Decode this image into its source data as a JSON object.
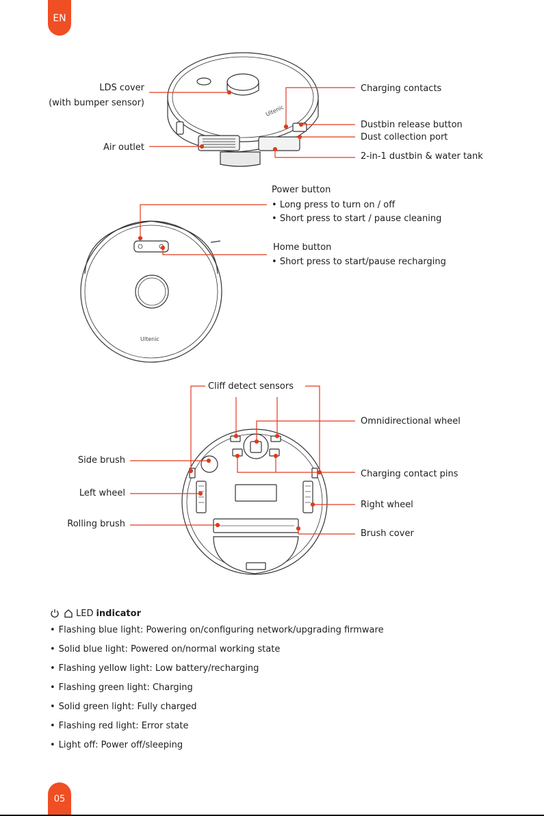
{
  "header": {
    "language_tab": "EN"
  },
  "footer": {
    "page_number": "05"
  },
  "figure_top": {
    "brand": "Ultenic",
    "labels": {
      "lds_cover": "LDS cover",
      "lds_cover_note": "(with bumper sensor)",
      "air_outlet": "Air outlet",
      "charging_contacts": "Charging contacts",
      "dustbin_release": "Dustbin release button",
      "dust_port": "Dust collection port",
      "dustbin_tank": "2-in-1 dustbin & water tank"
    }
  },
  "figure_middle": {
    "brand": "Ultenic",
    "power_button": {
      "title": "Power button",
      "items": [
        "Long press to turn on / off",
        "Short press to start / pause cleaning"
      ]
    },
    "home_button": {
      "title": "Home button",
      "items": [
        "Short press to start/pause recharging"
      ]
    }
  },
  "figure_bottom": {
    "labels": {
      "cliff_sensors": "Cliff detect sensors",
      "omni_wheel": "Omnidirectional wheel",
      "side_brush": "Side brush",
      "charging_pins": "Charging contact pins",
      "left_wheel": "Left wheel",
      "right_wheel": "Right wheel",
      "rolling_brush": "Rolling brush",
      "brush_cover": "Brush cover"
    }
  },
  "led_section": {
    "prefix": "LED",
    "title": "indicator",
    "icons": [
      "power-icon",
      "home-icon"
    ],
    "items": [
      "Flashing blue light: Powering on/configuring network/upgrading firmware",
      "Solid blue light: Powered on/normal working state",
      "Flashing yellow light: Low battery/recharging",
      "Flashing green light: Charging",
      "Solid green light: Fully charged",
      "Flashing red light: Error state",
      "Light off: Power off/sleeping"
    ]
  },
  "colors": {
    "accent": "#f04e23",
    "callout_line": "#e03a1e",
    "text": "#1e1e1e",
    "drawing": "#333333"
  }
}
